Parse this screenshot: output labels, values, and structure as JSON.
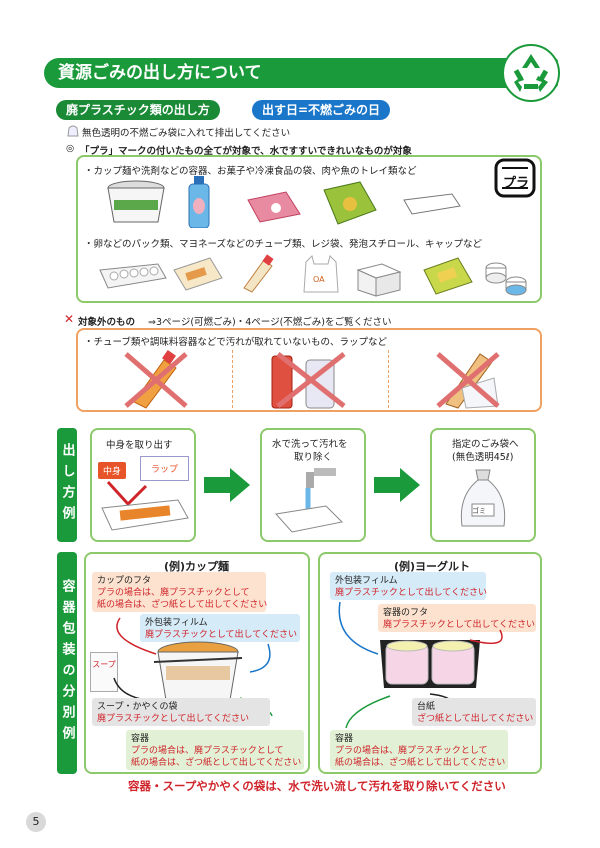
{
  "header": {
    "title": "資源ごみの出し方について"
  },
  "section": {
    "title": "廃プラスチック類の出し方",
    "day_label": "出す日=不燃ごみの日",
    "bag_note": "無色透明の不燃ごみ袋に入れて排出してください",
    "mark_prefix": "◎",
    "mark_note": "「プラ」マークの付いたもの全てが対象で、水ですすいできれいなものが対象",
    "pla_mark": "プラ",
    "row1": "・カップ麺や洗剤などの容器、お菓子や冷凍食品の袋、肉や魚のトレイ類など",
    "row2": "・卵などのパック類、マヨネーズなどのチューブ類、レジ袋、発泡スチロール、キャップなど"
  },
  "excluded": {
    "mark": "✕",
    "title": "対象外のもの",
    "note": "⇒3ページ(可燃ごみ)・4ページ(不燃ごみ)をご覧ください",
    "desc": "・チューブ類や調味料容器などで汚れが取れていないもの、ラップなど"
  },
  "howto": {
    "side_label": "出し方例",
    "step1": "中身を取り出す",
    "step1_tag1": "中身",
    "step1_tag2": "ラップ",
    "step2_l1": "水で洗って汚れを",
    "step2_l2": "取り除く",
    "step3_l1": "指定のごみ袋へ",
    "step3_l2": "(無色透明45ℓ)",
    "bag_text": "ゴミ"
  },
  "sorting": {
    "side_label": "容器包装の分別例",
    "cup": {
      "title": "(例)カップ麺",
      "lid_title": "カップのフタ",
      "lid_l1": "プラの場合は、廃プラスチックとして",
      "lid_l2": "紙の場合は、ざつ紙として出してください",
      "film_title": "外包装フィルム",
      "film_text": "廃プラスチックとして出してください",
      "soup_tag": "スープ",
      "soup_title": "スープ・かやくの袋",
      "soup_text": "廃プラスチックとして出してください",
      "cont_title": "容器",
      "cont_l1": "プラの場合は、廃プラスチックとして",
      "cont_l2": "紙の場合は、ざつ紙として出してください"
    },
    "yog": {
      "title": "(例)ヨーグルト",
      "film_title": "外包装フィルム",
      "film_text": "廃プラスチックとして出してください",
      "lid_title": "容器のフタ",
      "lid_text": "廃プラスチックとして出してください",
      "base_title": "台紙",
      "base_text": "ざつ紙として出してください",
      "cont_title": "容器",
      "cont_l1": "プラの場合は、廃プラスチックとして",
      "cont_l2": "紙の場合は、ざつ紙として出してください"
    }
  },
  "footer_note": "容器・スープやかやくの袋は、水で洗い流して汚れを取り除いてください",
  "page_number": "5",
  "colors": {
    "green": "#1a9a3a",
    "blue": "#1a76c8",
    "red": "#d0242b",
    "orange": "#f0a060"
  }
}
